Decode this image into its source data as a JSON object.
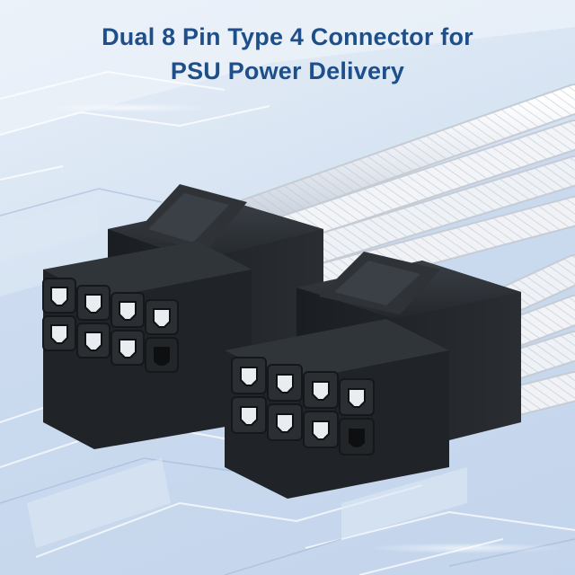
{
  "headline": {
    "line1": "Dual 8 Pin Type 4 Connector for",
    "line2": "PSU Power Delivery"
  },
  "colors": {
    "title": "#1e4f8a",
    "connector_body": "#1f2226",
    "cable_sleeve": "#eef1f5",
    "background": "#d3e1f1",
    "circuit_glow": "#ffffff"
  },
  "connectors": [
    {
      "name": "connector-left",
      "pins": 8
    },
    {
      "name": "connector-right",
      "pins": 8
    }
  ]
}
